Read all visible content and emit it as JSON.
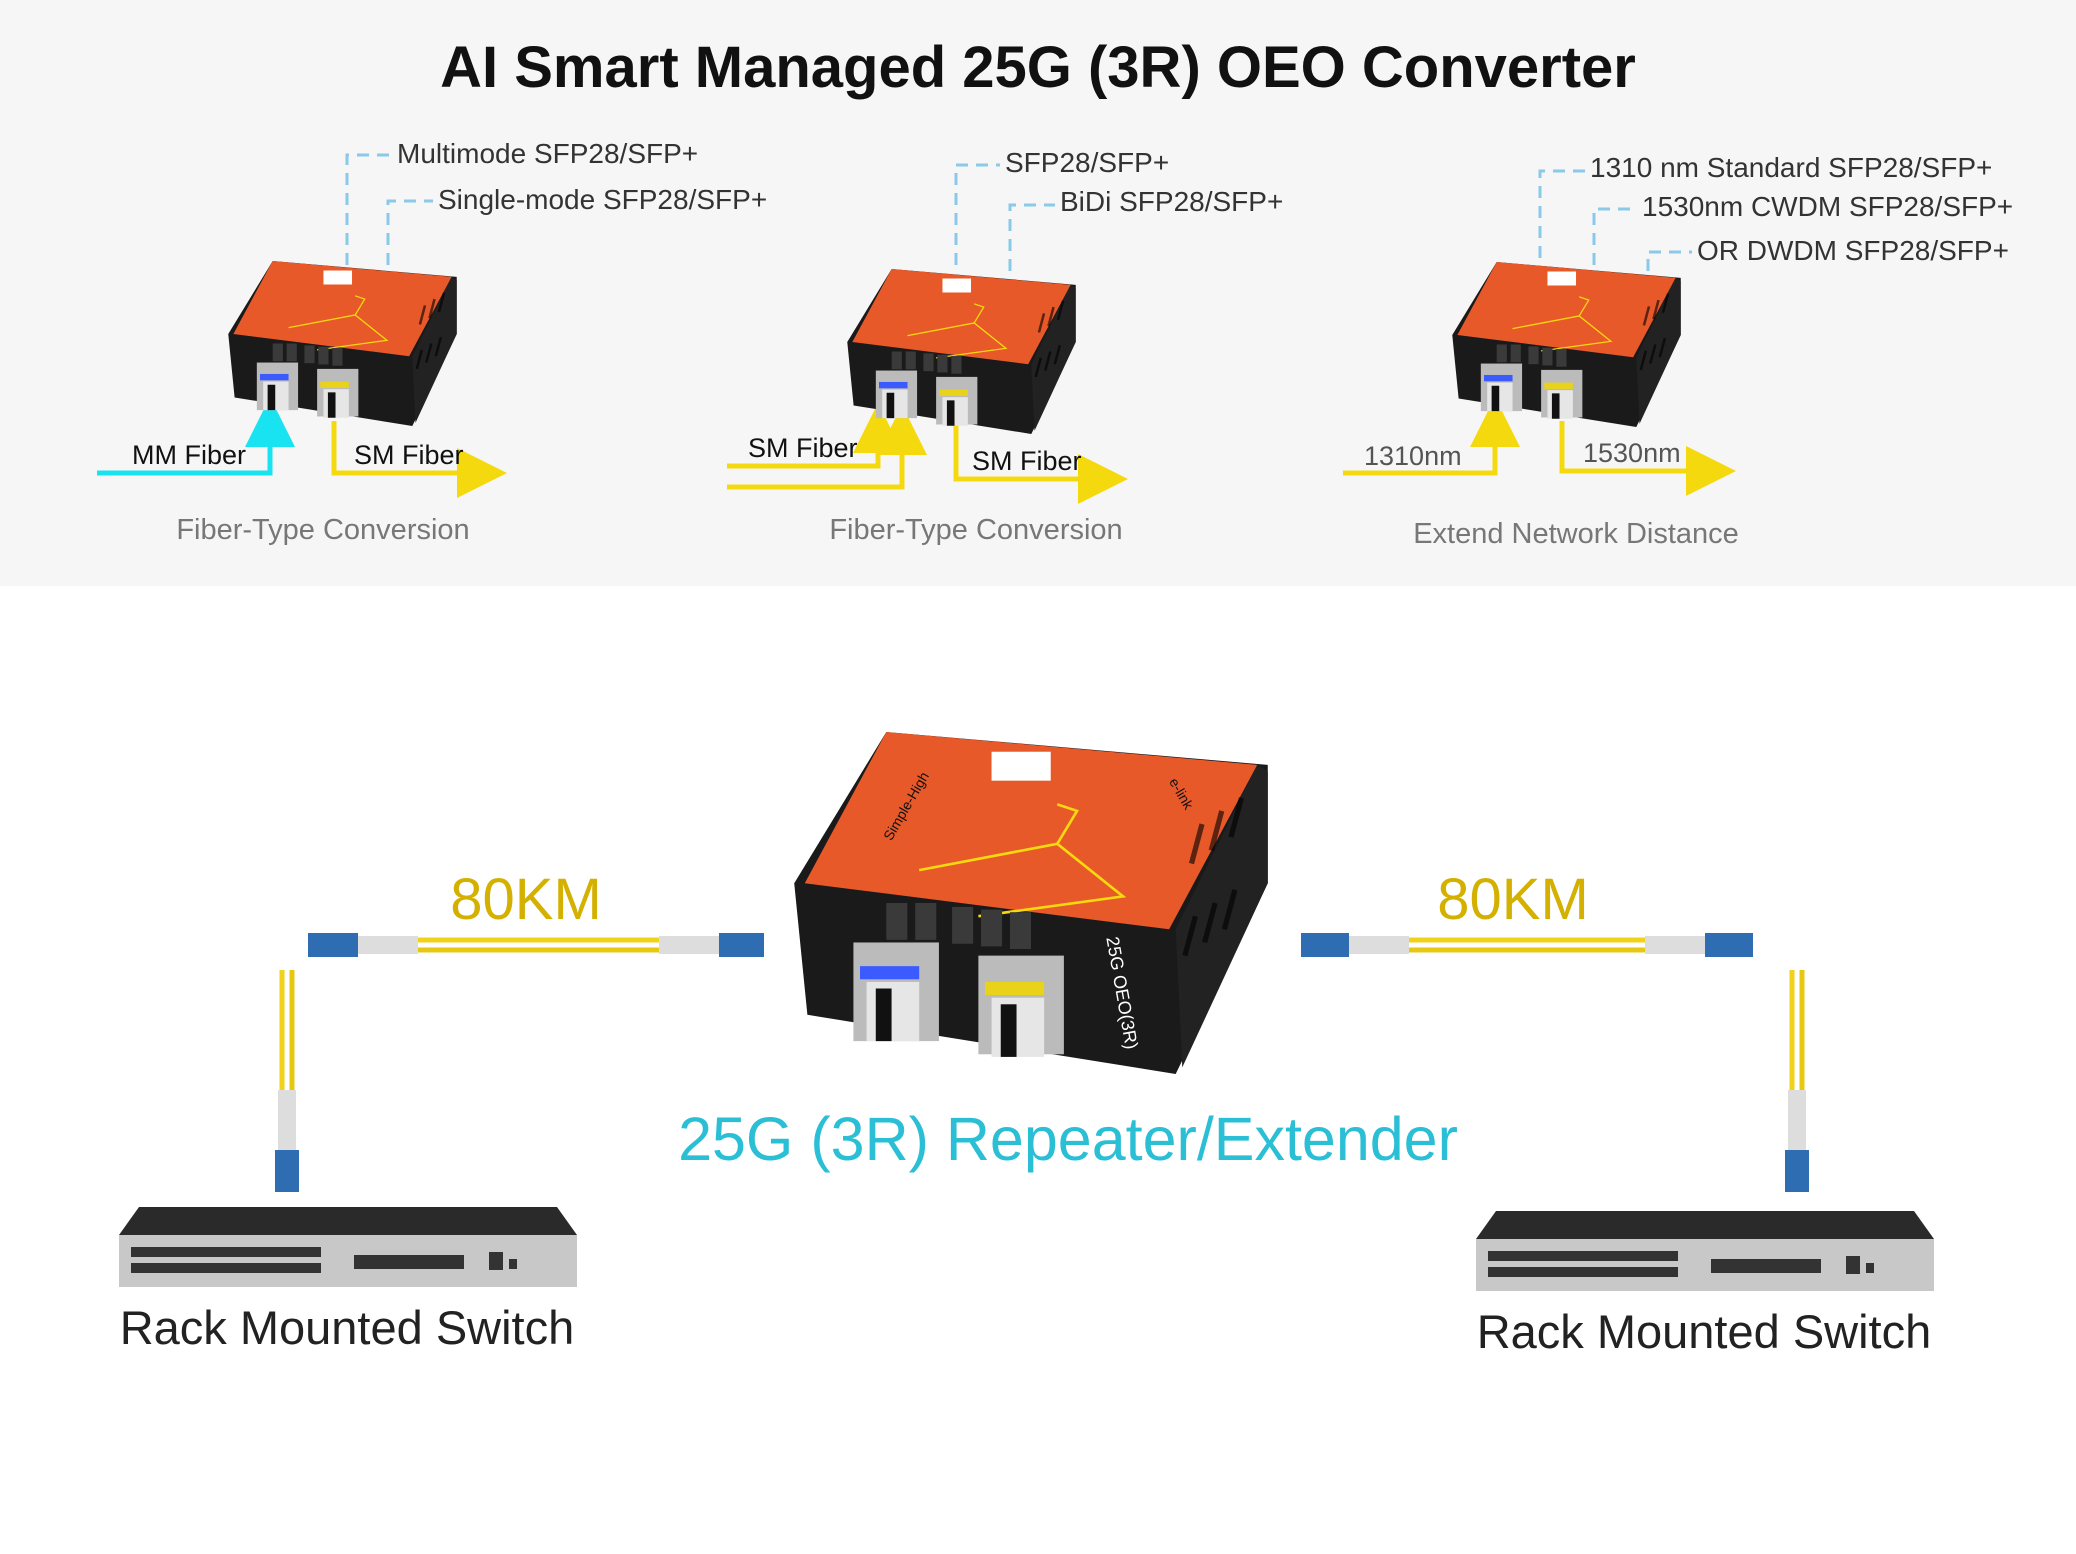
{
  "title": "AI Smart Managed 25G (3R) OEO Converter",
  "panels": [
    {
      "callouts": [
        "Multimode SFP28/SFP+",
        "Single-mode SFP28/SFP+"
      ],
      "inputs": [
        "MM Fiber"
      ],
      "output": "SM Fiber",
      "caption": "Fiber-Type Conversion"
    },
    {
      "callouts": [
        "SFP28/SFP+",
        "BiDi SFP28/SFP+"
      ],
      "inputs": [
        "SM Fiber"
      ],
      "output": "SM Fiber",
      "caption": "Fiber-Type Conversion"
    },
    {
      "callouts": [
        "1310 nm Standard SFP28/SFP+",
        "1530nm CWDM SFP28/SFP+",
        "OR DWDM SFP28/SFP+"
      ],
      "inputs": [
        "1310nm"
      ],
      "output": "1530nm",
      "caption": "Extend Network Distance"
    }
  ],
  "topology": {
    "left_distance": "80KM",
    "right_distance": "80KM",
    "center_label": "25G (3R) Repeater/Extender",
    "left_switch": "Rack Mounted Switch",
    "right_switch": "Rack Mounted Switch"
  },
  "device": {
    "model_text": "25G OEO(3R)",
    "brand_text": "e-link",
    "series_text": "Simple-High"
  },
  "colors": {
    "device_orange": "#e8592a",
    "device_black": "#1a1a1a",
    "mm_fiber": "#19e3f0",
    "sm_fiber": "#f5d90f",
    "callout_line": "#8cc9e8",
    "distance_text": "#d4b000",
    "repeater_text": "#2bbfd6"
  }
}
